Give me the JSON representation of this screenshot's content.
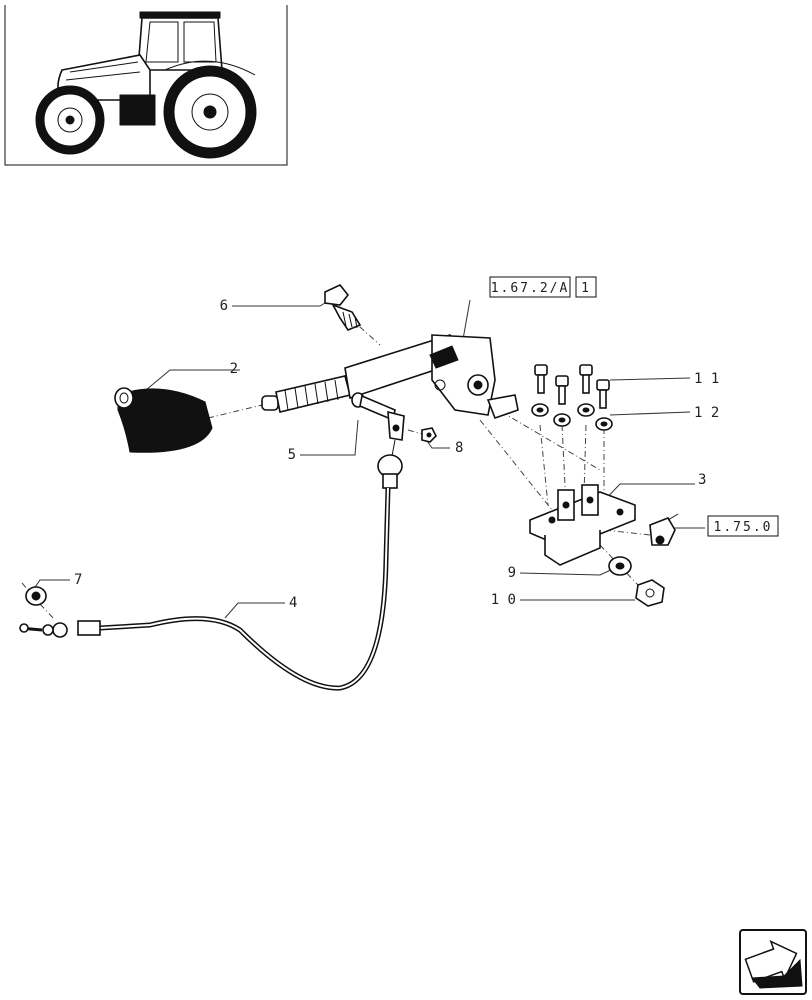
{
  "callouts": {
    "c1": "1",
    "c2": "2",
    "c3": "3",
    "c4": "4",
    "c5": "5",
    "c6": "6",
    "c7": "7",
    "c8": "8",
    "c9": "9",
    "c10": "1 0",
    "c11": "1 1",
    "c12": "1 2"
  },
  "references": {
    "ref_main": "1.67.2/A",
    "ref_side": "1.75.0"
  },
  "icons": {
    "tractor": "tractor-thumbnail-icon",
    "nav": "next-page-arrow-icon"
  }
}
